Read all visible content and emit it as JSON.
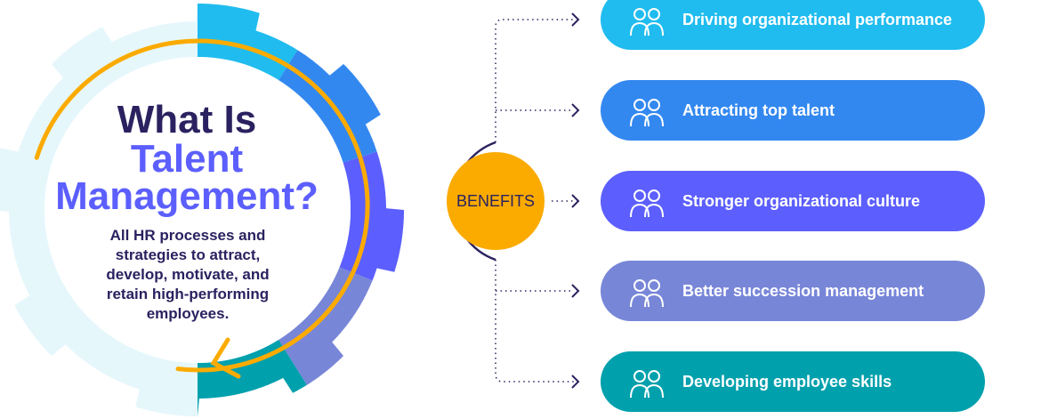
{
  "title": {
    "line1": "What Is",
    "line2": "Talent",
    "line3": "Management?"
  },
  "description": "All HR processes and strategies to attract, develop, motivate, and retain high-performing employees.",
  "hub_label": "BENEFITS",
  "benefits": [
    {
      "label": "Driving organizational performance",
      "icon": "team-globe-gear-icon",
      "color": "#20bcef"
    },
    {
      "label": "Attracting top talent",
      "icon": "magnet-person-icon",
      "color": "#3388f0"
    },
    {
      "label": "Stronger organizational culture",
      "icon": "group-growth-icon",
      "color": "#5c5ffd"
    },
    {
      "label": "Better succession management",
      "icon": "family-succession-icon",
      "color": "#7886d8"
    },
    {
      "label": "Developing employee skills",
      "icon": "employee-gear-icon",
      "color": "#00a0ad"
    }
  ],
  "colors": {
    "dark": "#2a2260",
    "accent": "#5c5ffd",
    "orange": "#fbab00",
    "gear_light": "#e6f7fc"
  }
}
